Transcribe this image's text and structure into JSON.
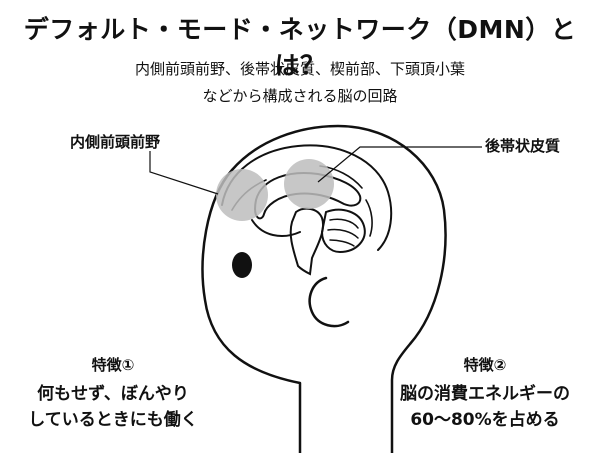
{
  "title": "デフォルト・モード・ネットワーク（DMN）とは？",
  "subtitle_lines": [
    "内側前頭前野、後帯状皮質、楔前部、下頭頂小葉",
    "などから構成される脳の回路"
  ],
  "labels": {
    "mpfc": "内側前頭前野",
    "pcc": "後帯状皮質"
  },
  "features": [
    {
      "heading": "特徴①",
      "lines": [
        "何もせず、ぼんやり",
        "しているときにも働く"
      ]
    },
    {
      "heading": "特徴②",
      "lines": [
        "脳の消費エネルギーの",
        "60〜80%を占める"
      ]
    }
  ],
  "colors": {
    "highlight": "#bdbdbd",
    "ink": "#111111"
  }
}
